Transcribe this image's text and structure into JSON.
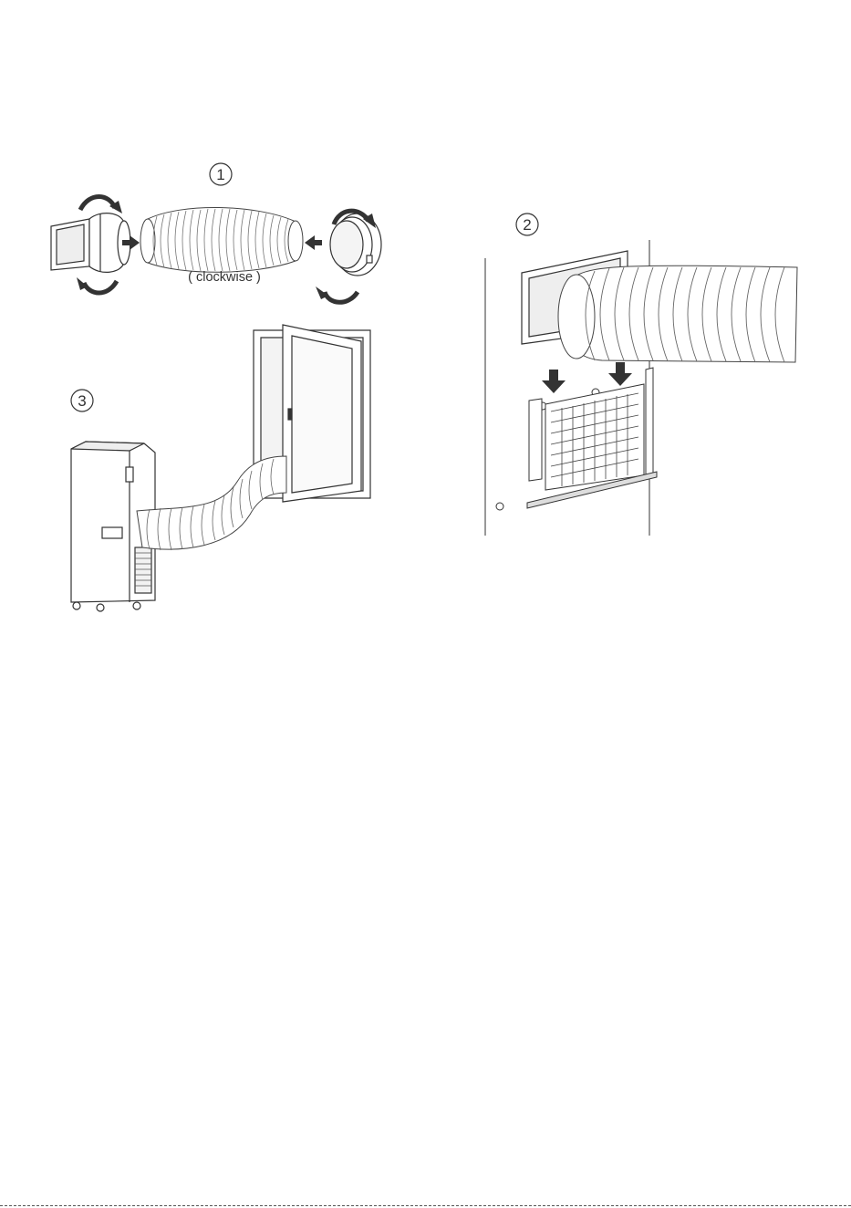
{
  "steps": {
    "step1": {
      "number": "1",
      "caption": "( clockwise )"
    },
    "step2": {
      "number": "2"
    },
    "step3": {
      "number": "3"
    }
  },
  "colors": {
    "line": "#333333",
    "fill": "#ffffff",
    "shade": "#e8e8e8",
    "arrow": "#333333"
  }
}
